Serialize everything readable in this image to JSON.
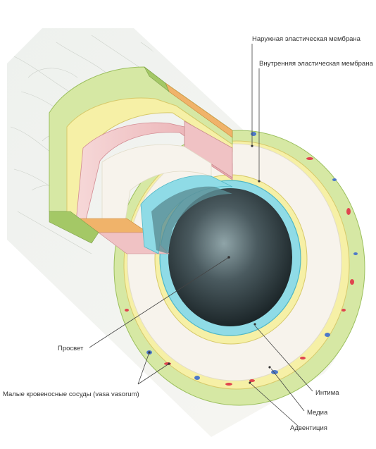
{
  "labels": {
    "outer_membrane": "Наружная эластическая мембрана",
    "inner_membrane": "Внутренняя эластическая мембрана",
    "lumen": "Просвет",
    "vasa_vasorum": "Малые кровеносные сосуды (vasa vasorum)",
    "intima": "Интима",
    "media": "Медиа",
    "adventitia": "Адвентиция"
  },
  "colors": {
    "adventitia": "#d6e8a4",
    "outer_membrane": "#f6f0a6",
    "media": "#f7f3ec",
    "inner_membrane": "#f6f0a6",
    "intima": "#8fdbe6",
    "lumen": "#2b3a3f",
    "muscle": "#f2c8c8",
    "cut_face": "#a4c866",
    "vessel_red": "#e0454f",
    "vessel_blue": "#4d79c9"
  }
}
